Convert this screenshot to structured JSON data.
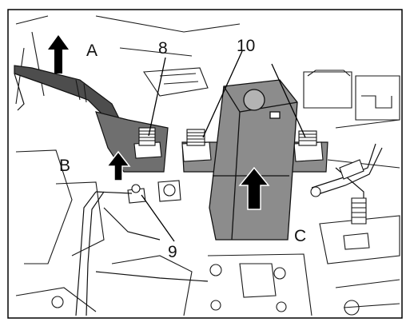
{
  "colors": {
    "frame": "#000000",
    "line": "#1a1a1a",
    "cable": "#4d4d4d",
    "cover": "#8c8c8c",
    "cover_light": "#b3b3b3",
    "arrow": "#000000",
    "background": "#ffffff"
  },
  "letter_labels": [
    "A",
    "B",
    "C"
  ],
  "number_labels": [
    "8",
    "9",
    "10"
  ],
  "icons": [
    "direction-arrow-icon"
  ]
}
